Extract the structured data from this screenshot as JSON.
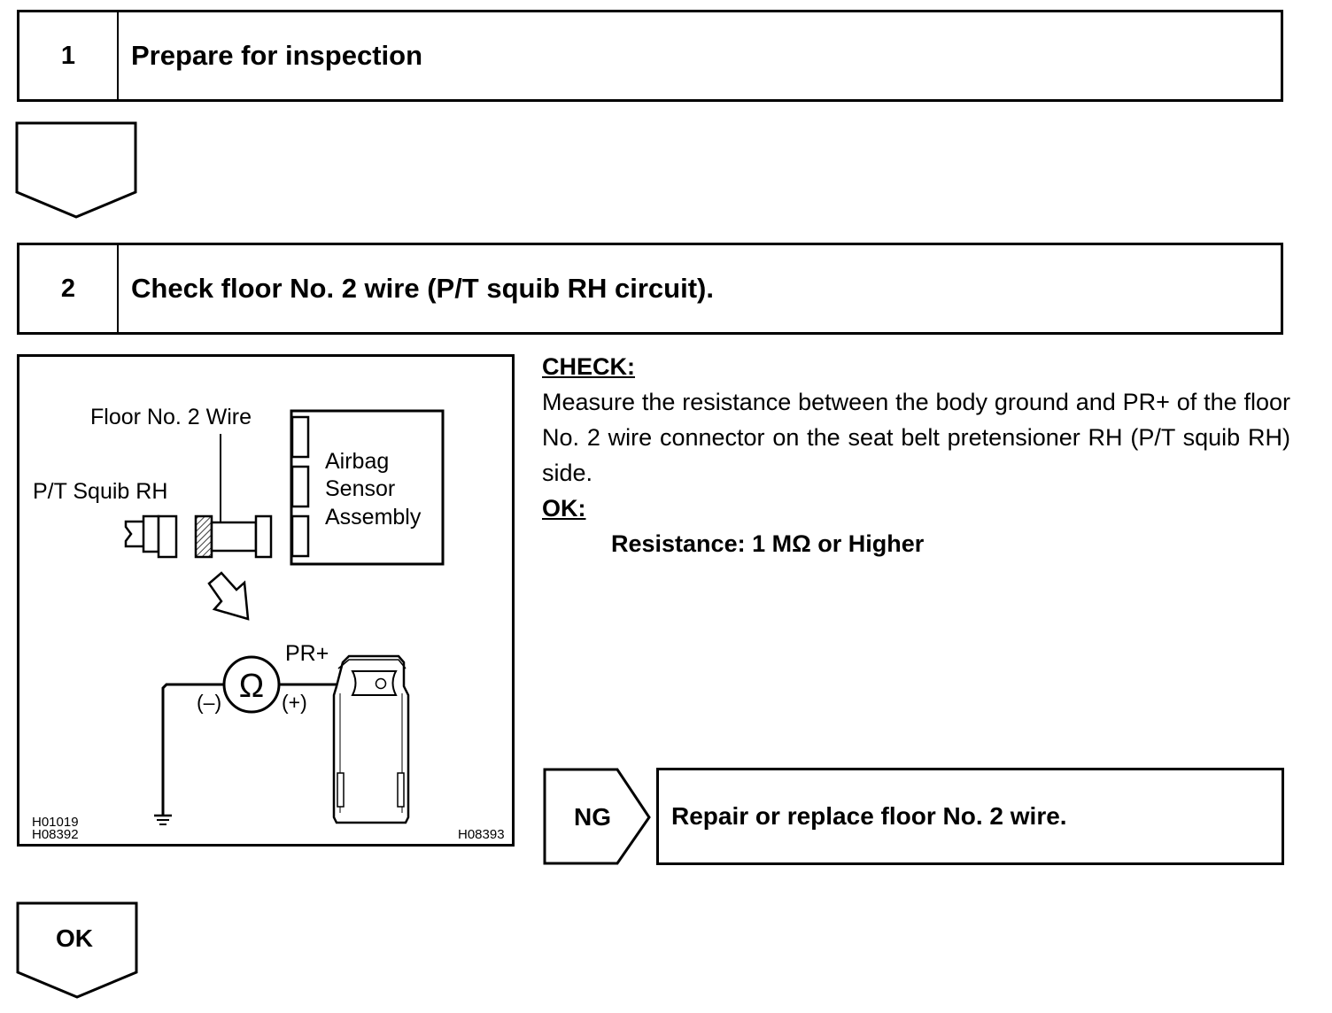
{
  "step1": {
    "number": "1",
    "title": "Prepare for inspection"
  },
  "step2": {
    "number": "2",
    "title": "Check floor No. 2 wire (P/T squib RH circuit)."
  },
  "diagram": {
    "label_wire": "Floor No. 2 Wire",
    "label_squib": "P/T Squib RH",
    "label_sensor_1": "Airbag",
    "label_sensor_2": "Sensor",
    "label_sensor_3": "Assembly",
    "label_pr": "PR+",
    "label_ohm": "Ω",
    "label_minus": "(–)",
    "label_plus": "(+)",
    "code_1": "H01019",
    "code_2": "H08392",
    "code_3": "H08393"
  },
  "check": {
    "heading": "CHECK:",
    "text": "Measure the resistance between the body ground and PR+ of the floor No. 2 wire connector on the seat belt pretensioner RH (P/T squib RH) side.",
    "ok_heading": "OK:",
    "spec": "Resistance: 1 MΩ or Higher"
  },
  "ng": {
    "tag": "NG",
    "action": "Repair or replace floor No. 2 wire."
  },
  "ok": {
    "tag": "OK"
  }
}
